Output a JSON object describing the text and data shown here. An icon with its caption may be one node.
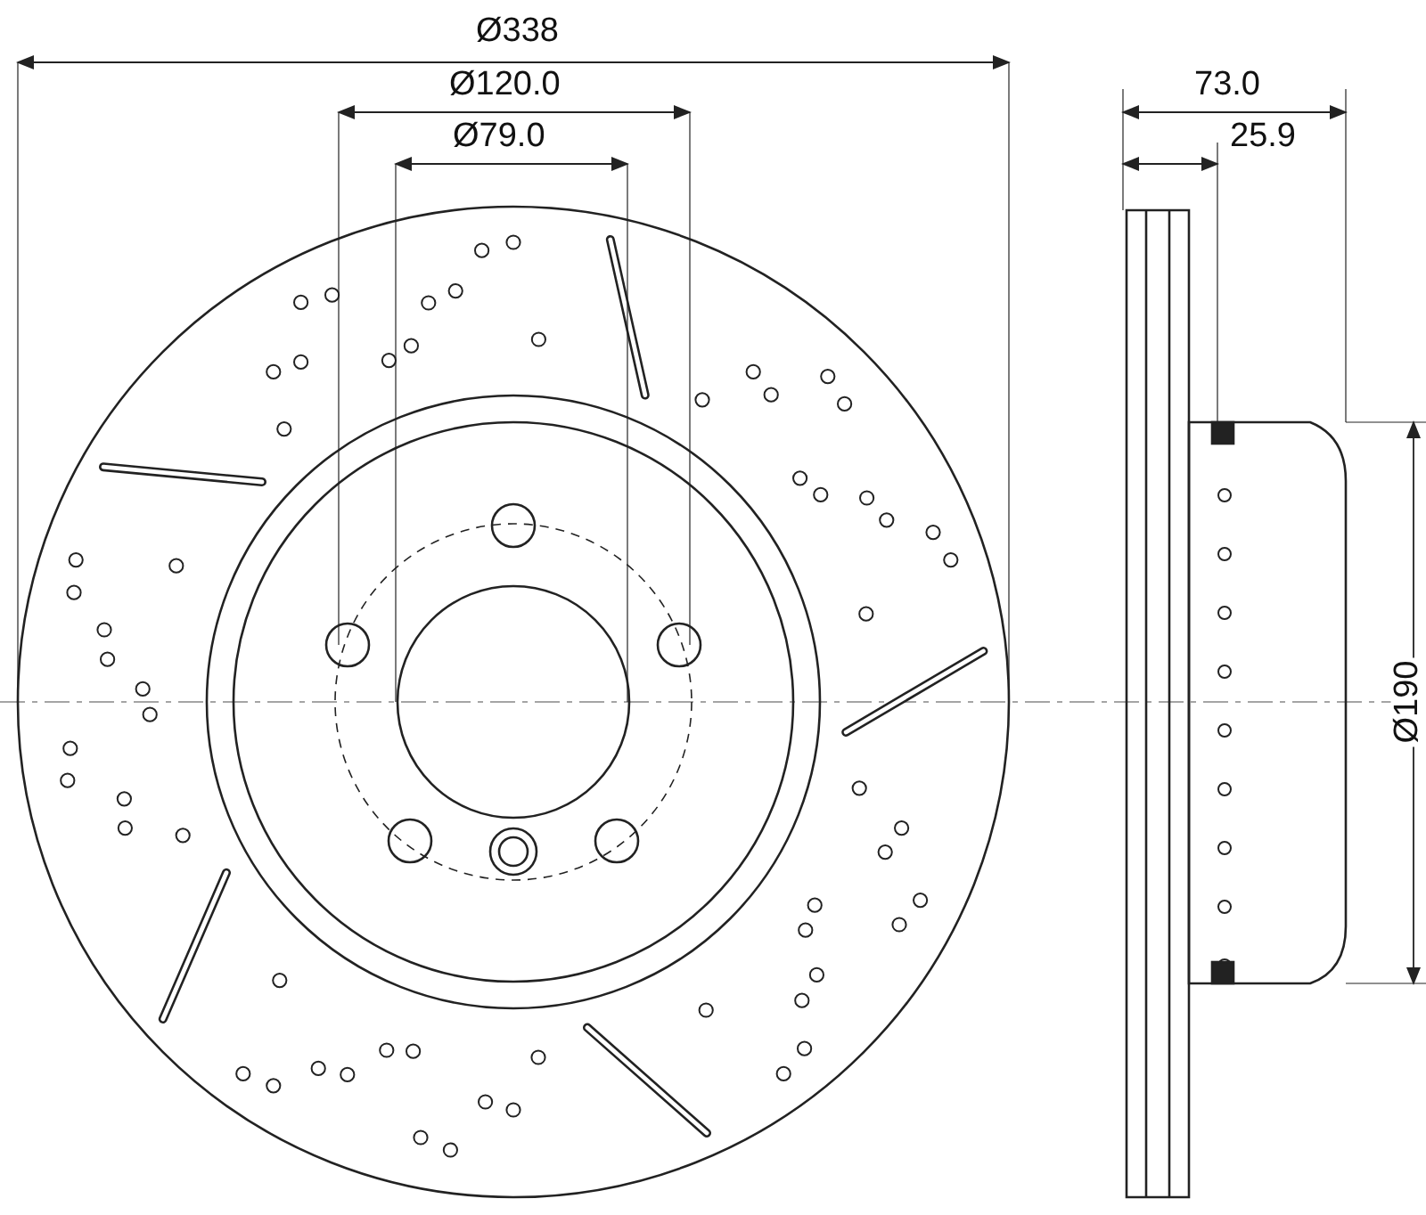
{
  "diagram": {
    "labels": [
      "Ø338",
      "Ø120.0",
      "Ø79.0",
      "73.0",
      "25.9",
      "Ø190"
    ]
  }
}
